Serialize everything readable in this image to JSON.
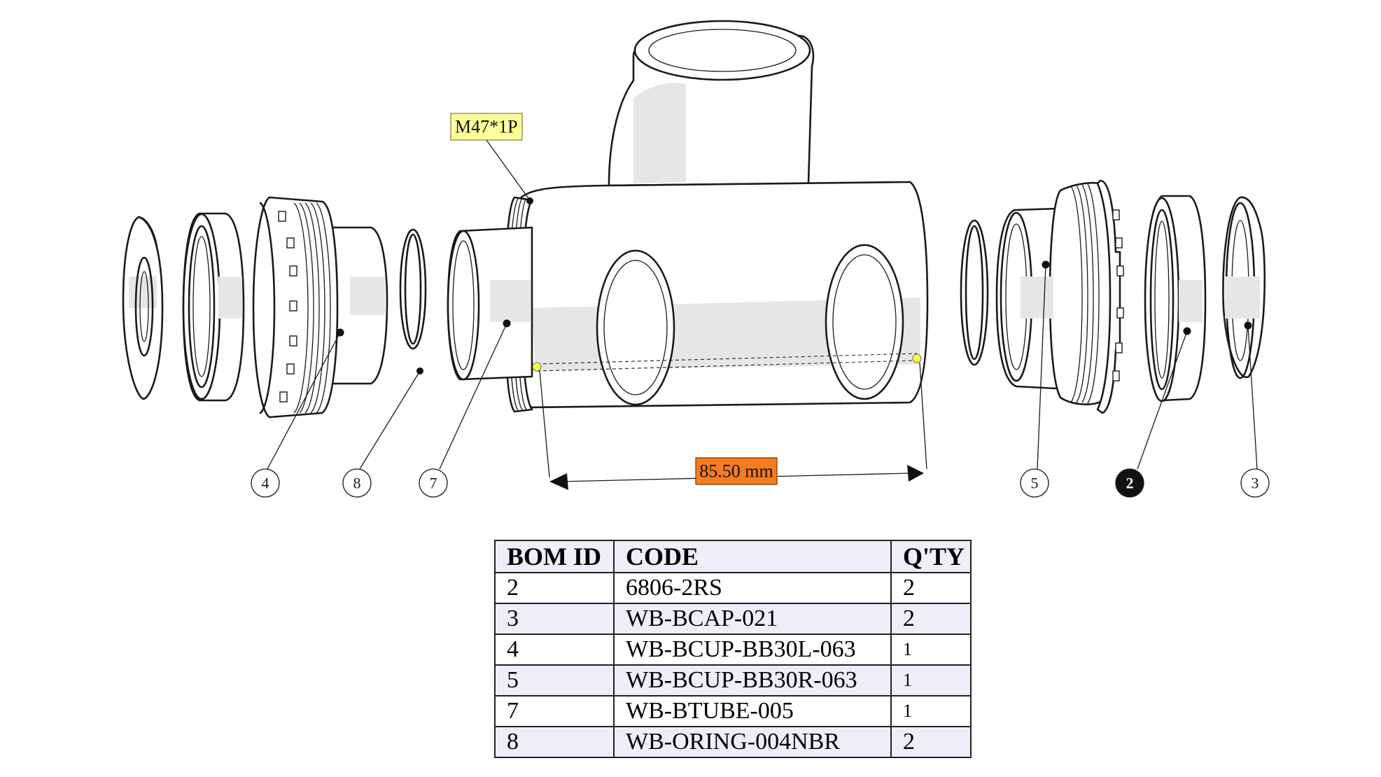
{
  "annotations": {
    "thread_label": "M47*1P",
    "dimension_label": "85.50 mm"
  },
  "balloons": [
    {
      "id": "4",
      "active": false
    },
    {
      "id": "8",
      "active": false
    },
    {
      "id": "7",
      "active": false
    },
    {
      "id": "5",
      "active": false
    },
    {
      "id": "2",
      "active": true
    },
    {
      "id": "3",
      "active": false
    }
  ],
  "bom": {
    "headers": [
      "BOM ID",
      "CODE",
      "Q'TY"
    ],
    "rows": [
      {
        "id": "2",
        "code": "6806-2RS",
        "qty": "2"
      },
      {
        "id": "3",
        "code": "WB-BCAP-021",
        "qty": "2"
      },
      {
        "id": "4",
        "code": "WB-BCUP-BB30L-063",
        "qty": "1"
      },
      {
        "id": "5",
        "code": "WB-BCUP-BB30R-063",
        "qty": "1"
      },
      {
        "id": "7",
        "code": "WB-BTUBE-005",
        "qty": "1"
      },
      {
        "id": "8",
        "code": "WB-ORING-004NBR",
        "qty": "2"
      }
    ]
  },
  "colors": {
    "thread_label_fill": "#ffff99",
    "dimension_label_fill": "#f57c1f",
    "table_header_fill": "#eeeefa",
    "active_balloon_fill": "#111111"
  }
}
